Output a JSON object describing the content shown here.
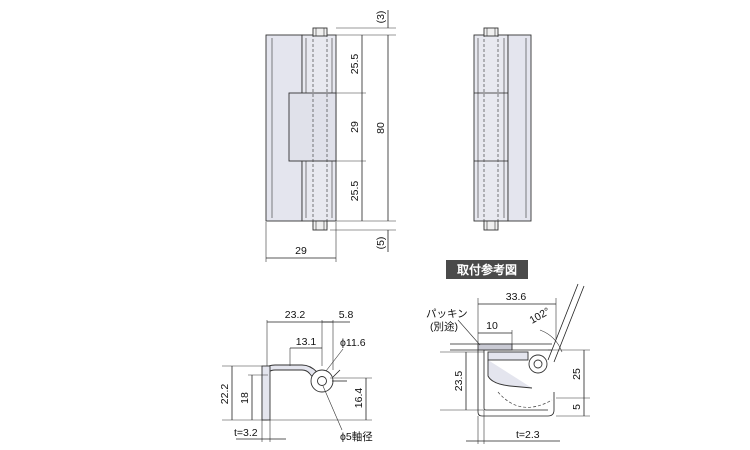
{
  "front_view": {
    "top_ref": "(3)",
    "bottom_ref": "(5)",
    "seg_top": "25.5",
    "seg_mid": "29",
    "seg_bottom": "25.5",
    "height_total": "80",
    "width": "29"
  },
  "badge": {
    "label": "取付参考図"
  },
  "section_view": {
    "w_total": "23.2",
    "w_right": "5.8",
    "w_inner": "13.1",
    "pin_dia": "ϕ11.6",
    "h_total": "22.2",
    "h_inner": "18",
    "h_right": "16.4",
    "thickness": "t=3.2",
    "shaft": "ϕ5軸径"
  },
  "mount_view": {
    "w_total": "33.6",
    "packing_label_1": "パッキン",
    "packing_label_2": "(別途)",
    "w_packing": "10",
    "angle": "102°",
    "h_left": "23.5",
    "h_right_top": "25",
    "h_right_bottom": "5",
    "thickness": "t=2.3"
  },
  "colors": {
    "part_fill": "#e4e5ee",
    "pin_fill": "#f0f0f0",
    "badge": "#4a4a4a"
  }
}
